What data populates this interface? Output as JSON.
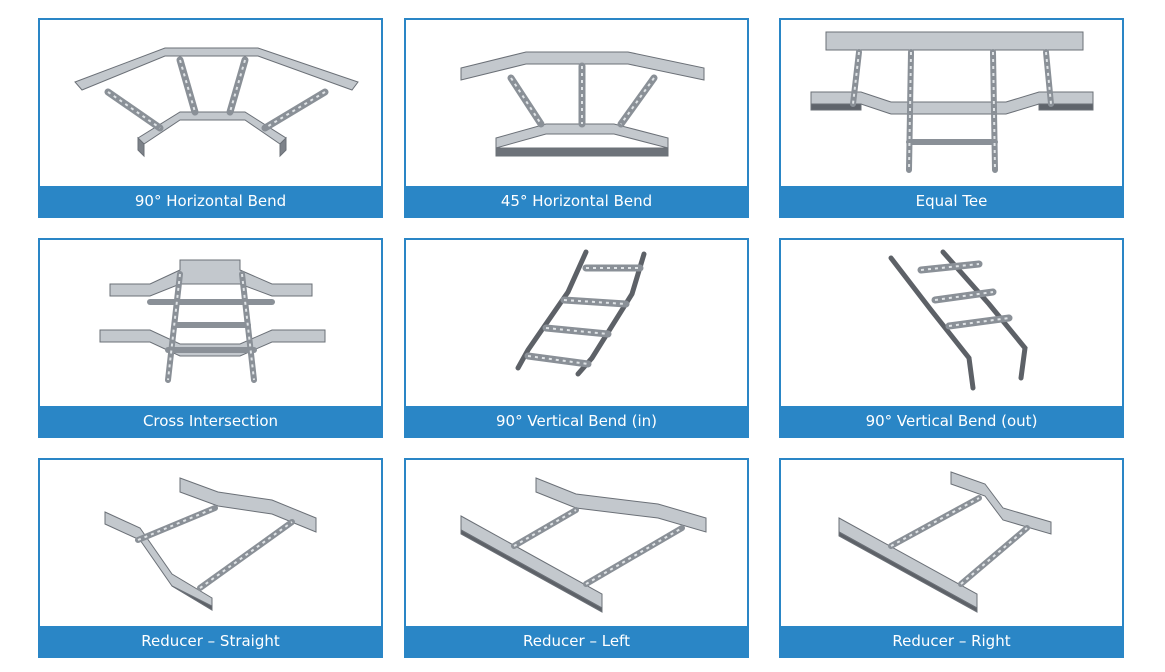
{
  "colors": {
    "border": "#2a86c6",
    "caption_bg": "#2a86c6",
    "caption_text": "#ffffff",
    "steel_light": "#e6e8ea",
    "steel_mid": "#b9bec4",
    "steel_dark": "#5d6167"
  },
  "items": [
    {
      "label": "90° Horizontal Bend",
      "icon": "horizontal-bend-90-icon"
    },
    {
      "label": "45° Horizontal Bend",
      "icon": "horizontal-bend-45-icon"
    },
    {
      "label": "Equal Tee",
      "icon": "equal-tee-icon"
    },
    {
      "label": "Cross Intersection",
      "icon": "cross-intersection-icon"
    },
    {
      "label": "90° Vertical Bend (in)",
      "icon": "vertical-bend-in-icon"
    },
    {
      "label": "90° Vertical Bend (out)",
      "icon": "vertical-bend-out-icon"
    },
    {
      "label": "Reducer – Straight",
      "icon": "reducer-straight-icon"
    },
    {
      "label": "Reducer – Left",
      "icon": "reducer-left-icon"
    },
    {
      "label": "Reducer – Right",
      "icon": "reducer-right-icon"
    }
  ]
}
